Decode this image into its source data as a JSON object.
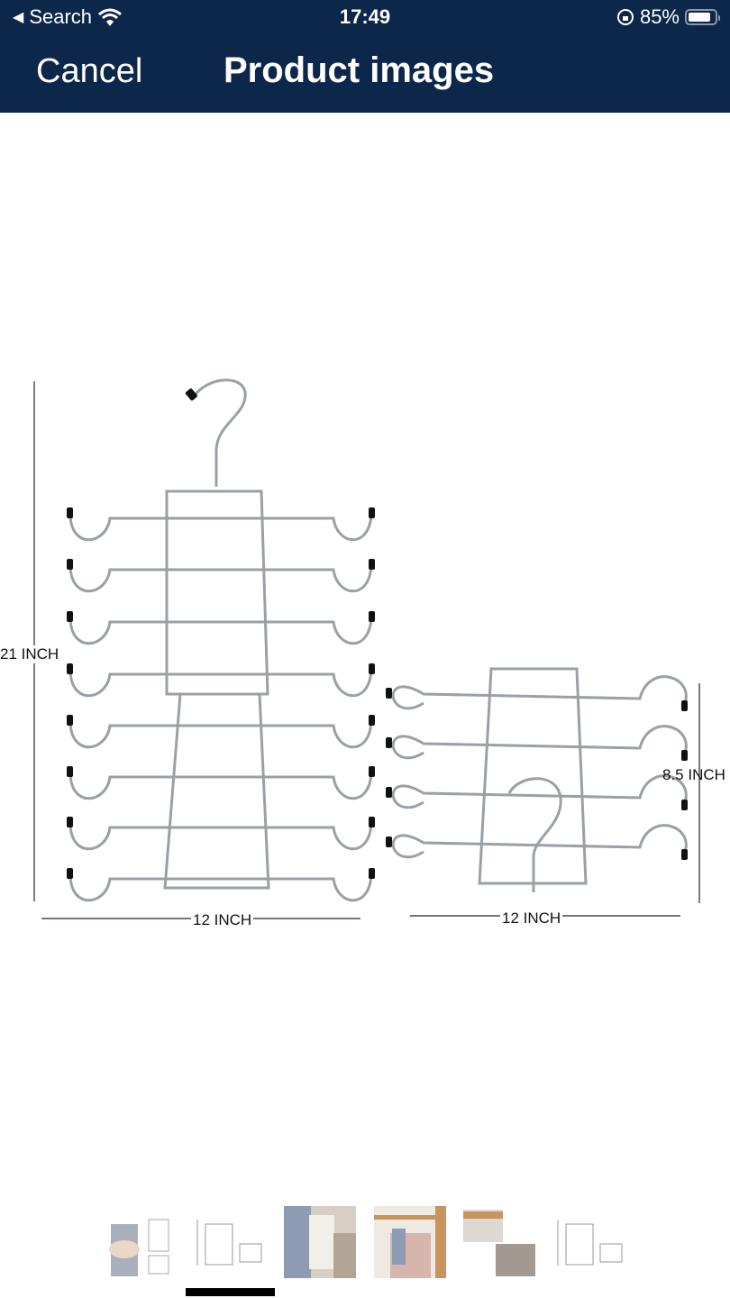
{
  "status_bar": {
    "back_label": "Search",
    "time": "17:49",
    "battery": "85%",
    "battery_level": 0.85
  },
  "nav": {
    "cancel": "Cancel",
    "title": "Product images"
  },
  "image": {
    "dim_height_left": "21 INCH",
    "dim_width_left": "12 INCH",
    "dim_width_right": "12 INCH",
    "dim_height_right": "8.5 INCH"
  },
  "thumbnails": {
    "count": 6,
    "selected_index": 1
  },
  "colors": {
    "header": "#0c2749",
    "metal": "#9aa0a6",
    "tip": "#111111"
  }
}
